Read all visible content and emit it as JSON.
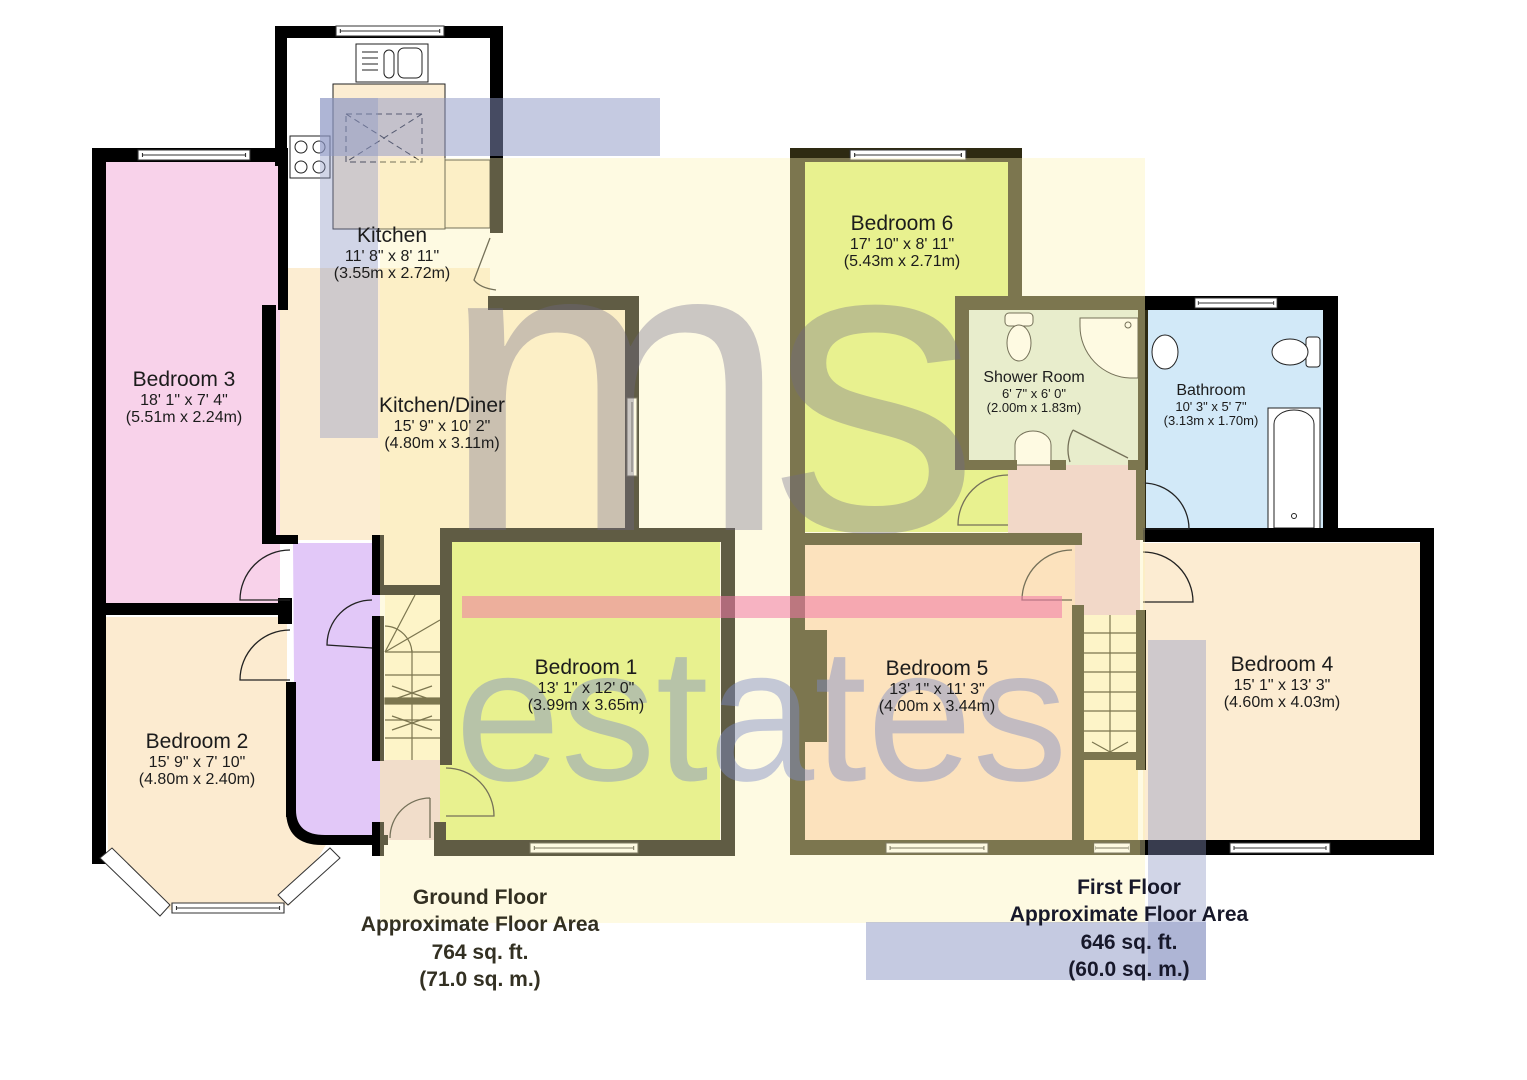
{
  "colors": {
    "wall": "#000000",
    "wall_tinted": "#2e2a12",
    "kitchen": "#ffffff",
    "kitchen_diner": "#fcedd2",
    "bedroom_1": "#dcf07a",
    "bedroom_2": "#fcebd0",
    "bedroom_3": "#f8d2ea",
    "bedroom_4": "#fcecd2",
    "bedroom_5": "#fcd8c4",
    "bedroom_6": "#dcf07a",
    "hallway": "#e2c8f8",
    "porch": "#ead0d8",
    "landing": "#ecc8d6",
    "shower_room": "#dcebdc",
    "bathroom": "#d2e9f8",
    "stairs": "#fdf5d6",
    "watermark_blue": "#8c96c4",
    "watermark_yellow": "#fdf2b4",
    "watermark_pink": "#f078a8",
    "watermark_green": "#7ab08c",
    "watermark_purple": "#9a94dc"
  },
  "watermark": {
    "logo_top": "ms",
    "logo_bottom": "estates"
  },
  "ground_floor": {
    "rooms": [
      {
        "name": "Kitchen",
        "imperial": "11' 8\" x 8' 11\"",
        "metric": "(3.55m x 2.72m)"
      },
      {
        "name": "Kitchen/Diner",
        "imperial": "15' 9\" x 10' 2\"",
        "metric": "(4.80m x 3.11m)"
      },
      {
        "name": "Bedroom 3",
        "imperial": "18' 1\" x 7' 4\"",
        "metric": "(5.51m x 2.24m)"
      },
      {
        "name": "Bedroom 2",
        "imperial": "15' 9\" x 7' 10\"",
        "metric": "(4.80m x 2.40m)"
      },
      {
        "name": "Bedroom 1",
        "imperial": "13' 1\" x 12' 0\"",
        "metric": "(3.99m x 3.65m)"
      }
    ],
    "area": {
      "title": "Ground Floor",
      "subtitle": "Approximate Floor Area",
      "sqft": "764 sq. ft.",
      "sqm": "(71.0 sq. m.)"
    }
  },
  "first_floor": {
    "rooms": [
      {
        "name": "Bedroom 6",
        "imperial": "17' 10\" x 8' 11\"",
        "metric": "(5.43m x 2.71m)"
      },
      {
        "name": "Shower Room",
        "imperial": "6' 7\" x 6' 0\"",
        "metric": "(2.00m x 1.83m)"
      },
      {
        "name": "Bathroom",
        "imperial": "10' 3\" x 5' 7\"",
        "metric": "(3.13m x 1.70m)"
      },
      {
        "name": "Bedroom 5",
        "imperial": "13' 1\" x 11' 3\"",
        "metric": "(4.00m x 3.44m)"
      },
      {
        "name": "Bedroom 4",
        "imperial": "15' 1\" x 13' 3\"",
        "metric": "(4.60m x 4.03m)"
      }
    ],
    "area": {
      "title": "First Floor",
      "subtitle": "Approximate Floor Area",
      "sqft": "646 sq. ft.",
      "sqm": "(60.0 sq. m.)"
    }
  }
}
